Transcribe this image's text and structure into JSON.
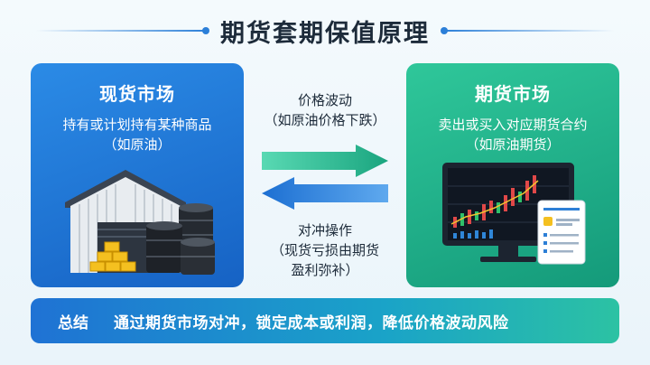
{
  "title": "期货套期保值原理",
  "spot": {
    "title": "现货市场",
    "desc": "持有或计划持有某种商品",
    "example": "（如原油）"
  },
  "futures": {
    "title": "期货市场",
    "desc": "卖出或买入对应期货合约",
    "example": "（如原油期货）"
  },
  "flow_top": {
    "line1": "价格波动",
    "line2": "（如原油价格下跌）"
  },
  "flow_bottom": {
    "line1": "对冲操作",
    "line2": "（现货亏损由期货",
    "line3": "盈利弥补）"
  },
  "summary": {
    "label": "总结",
    "text": "通过期货市场对冲，锁定成本或利润，降低价格波动风险"
  },
  "colors": {
    "spot_blue": "#1f74d6",
    "futures_green": "#1fae86",
    "arrow_green": "#22b98e",
    "arrow_blue": "#2180de"
  },
  "icons": [
    "warehouse-icon",
    "oil-barrels-icon",
    "gold-bars-icon",
    "trading-monitor-icon",
    "contract-document-icon"
  ]
}
